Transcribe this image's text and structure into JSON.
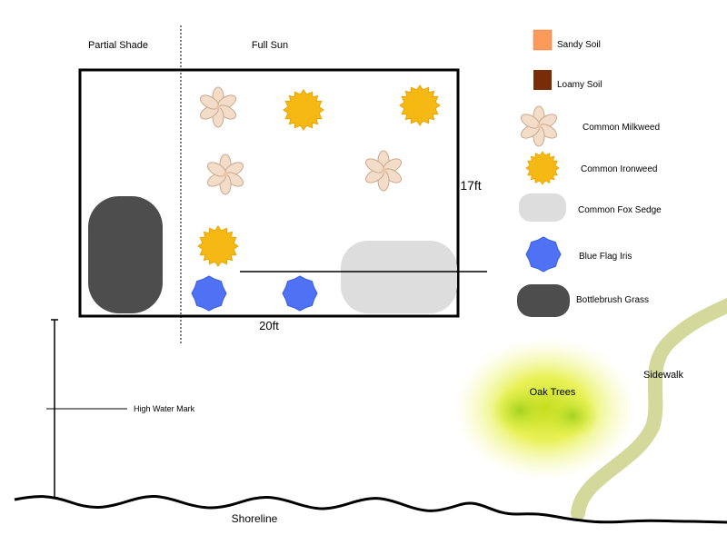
{
  "zones": {
    "partial_shade": "Partial Shade",
    "full_sun": "Full Sun"
  },
  "dimensions": {
    "width": "20ft",
    "height": "17ft"
  },
  "legend": {
    "sandy_soil": {
      "label": "Sandy Soil",
      "color": "#fb9a5a"
    },
    "loamy_soil": {
      "label": "Loamy Soil",
      "color": "#7a2c06"
    },
    "milkweed": {
      "label": "Common Milkweed",
      "color": "#f3dcc8",
      "icon": "flower-icon"
    },
    "ironweed": {
      "label": "Common Ironweed",
      "color": "#f6b914",
      "icon": "sunburst-icon"
    },
    "fox_sedge": {
      "label": "Common Fox Sedge",
      "color": "#dddddd",
      "icon": "rounded-rect-icon"
    },
    "blue_flag_iris": {
      "label": "Blue Flag Iris",
      "color": "#4f72f5",
      "icon": "octagon-star-icon"
    },
    "bottlebrush_grass": {
      "label": "Bottlebrush Grass",
      "color": "#4d4d4d",
      "icon": "rounded-rect-icon"
    }
  },
  "landmarks": {
    "high_water_mark": "High Water Mark",
    "oak_trees": "Oak Trees",
    "sidewalk": "Sidewalk",
    "shoreline": "Shoreline"
  },
  "colors": {
    "oak_glow": "#e4ef3a",
    "sidewalk": "#d3d99a"
  }
}
